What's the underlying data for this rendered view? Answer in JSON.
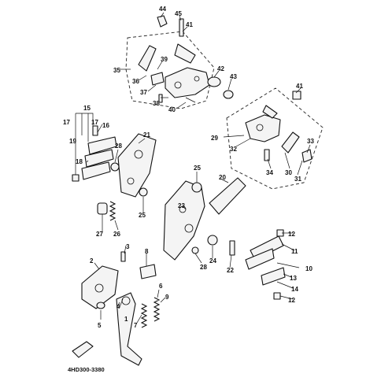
{
  "labels": [
    "1",
    "2",
    "3",
    "4",
    "5",
    "6",
    "7",
    "8",
    "9",
    "10",
    "11",
    "12",
    "13",
    "14",
    "15",
    "16",
    "17",
    "18",
    "19",
    "20",
    "21",
    "22",
    "23",
    "24",
    "25",
    "26",
    "27",
    "28",
    "29",
    "30",
    "31",
    "32",
    "33",
    "34",
    "35",
    "36",
    "37",
    "38",
    "39",
    "40",
    "41",
    "42",
    "43",
    "44",
    "45"
  ],
  "diagram_code": "4HD300-3380"
}
